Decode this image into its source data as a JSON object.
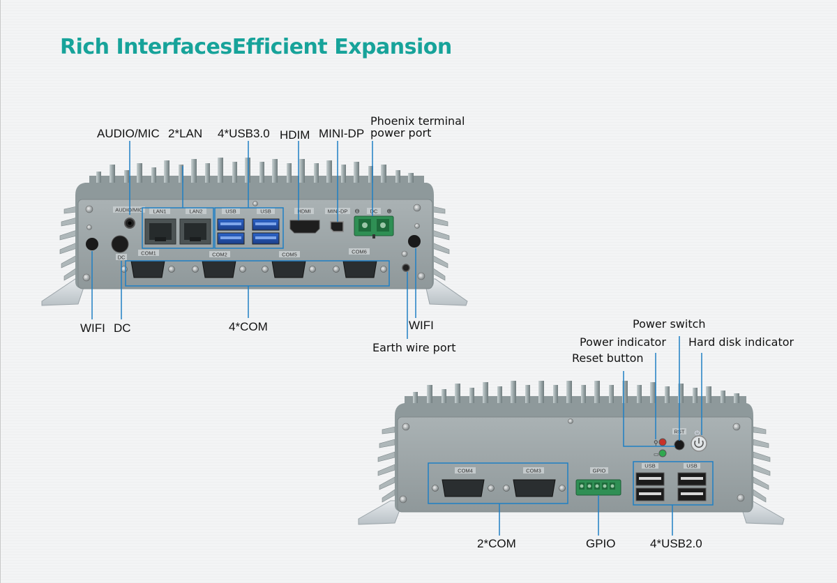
{
  "title": "Rich InterfacesEfficient Expansion",
  "colors": {
    "title": "#17a39a",
    "callout_line": "#1e7fc4",
    "chassis": "#9aa3a4",
    "chassis_dark": "#6f7a7c",
    "connector_green": "#2e8b57"
  },
  "front_view": {
    "callouts": {
      "audio_mic": "AUDIO/MIC",
      "lan": "2*LAN",
      "usb30": "4*USB3.0",
      "hdmi": "HDIM",
      "mini_dp": "MINI-DP",
      "phoenix_line1": "Phoenix terminal",
      "phoenix_line2": "power port",
      "wifi_left": "WIFI",
      "dc": "DC",
      "com": "4*COM",
      "wifi_right": "WIFI",
      "earth": "Earth wire port"
    },
    "panel_labels": {
      "audio_mic": "AUDIO/MIC",
      "lan1": "LAN1",
      "lan2": "LAN2",
      "usb_a": "USB",
      "usb_b": "USB",
      "hdmi": "HDMI",
      "mini_dp": "MINI-DP",
      "dc": "DC",
      "dc_minus": "⊖",
      "dc_plus": "⊕",
      "dc_small": "DC",
      "com1": "COM1",
      "com2": "COM2",
      "com5": "COM5",
      "com6": "COM6"
    }
  },
  "back_view": {
    "callouts": {
      "power_switch": "Power switch",
      "power_indicator": "Power indicator",
      "hdd_indicator": "Hard disk indicator",
      "reset": "Reset button",
      "com": "2*COM",
      "gpio": "GPIO",
      "usb20": "4*USB2.0"
    },
    "panel_labels": {
      "com4": "COM4",
      "com3": "COM3",
      "gpio": "GPIO",
      "usb_a": "USB",
      "usb_b": "USB",
      "rst": "RST"
    }
  }
}
